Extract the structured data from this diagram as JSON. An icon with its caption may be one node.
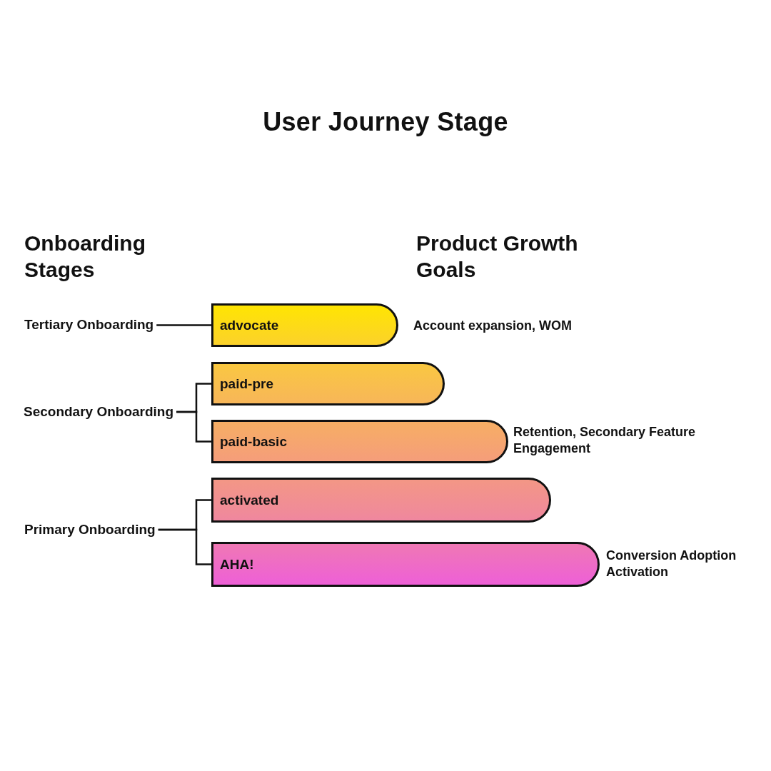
{
  "diagram": {
    "title": "User Journey Stage",
    "nodes": [
      {
        "text": [
          "Tertiary Onboarding"
        ]
      },
      {
        "text": [
          "advocate"
        ],
        "beside": [
          "Account expansion, WOM"
        ]
      },
      {
        "text": [
          "paid-pre"
        ]
      },
      {
        "text": [
          "Secondary Onboarding"
        ]
      },
      {
        "text": [
          "paid-basic"
        ],
        "beside": [
          "Retention, Secondary Feature Engagement"
        ]
      },
      {
        "text": [
          "activated"
        ]
      },
      {
        "text": [
          "Primary Onboarding"
        ]
      },
      {
        "text": [
          "AHA!"
        ],
        "beside": [
          "Conversion Adoption Activation"
        ]
      }
    ],
    "edges": [
      {
        "from": 0,
        "to": 1,
        "arrow": "none"
      },
      {
        "from": 3,
        "to": 2,
        "arrow": "none"
      },
      {
        "from": 3,
        "to": 4,
        "arrow": "none"
      },
      {
        "from": 6,
        "to": 5,
        "arrow": "none"
      },
      {
        "from": 6,
        "to": 7,
        "arrow": "none"
      }
    ],
    "labels": [
      "Onboarding Stages",
      "Product Growth Goals"
    ]
  }
}
